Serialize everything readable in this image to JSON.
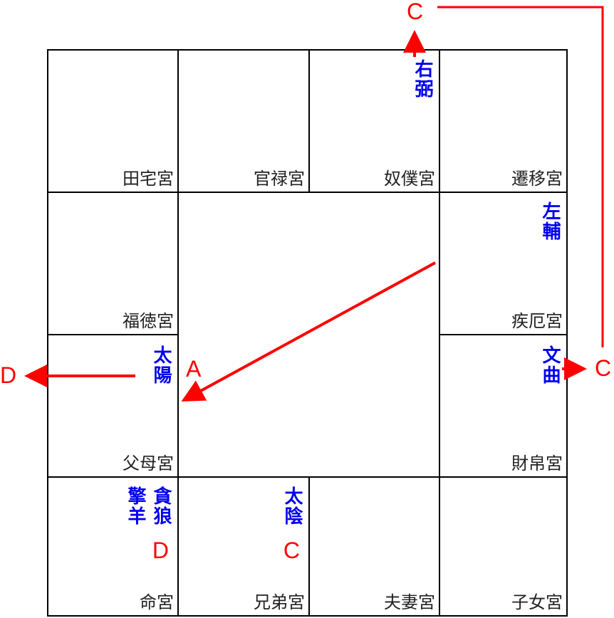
{
  "diagram": {
    "type": "ziwei-doushu-chart",
    "colors": {
      "grid": "#000000",
      "palace_text": "#222222",
      "star_text": "#0000ee",
      "arrow": "#ff0000"
    },
    "palaces": {
      "tiantaku": {
        "label": "田宅宮"
      },
      "kanroku": {
        "label": "官禄宮"
      },
      "doboku": {
        "label": "奴僕宮"
      },
      "seni": {
        "label": "遷移宮"
      },
      "fukutoku": {
        "label": "福徳宮"
      },
      "shitsuyaku": {
        "label": "疾厄宮"
      },
      "fubo": {
        "label": "父母宮"
      },
      "saihaku": {
        "label": "財帛宮"
      },
      "mei": {
        "label": "命宮"
      },
      "kyodai": {
        "label": "兄弟宮"
      },
      "fusai": {
        "label": "夫妻宮"
      },
      "shijo": {
        "label": "子女宮"
      }
    },
    "stars": {
      "youhi": "右弼",
      "saho": "左輔",
      "bunkyoku": "文曲",
      "taiyo": "太陽",
      "keiyo": "擎羊",
      "donro": "貪狼",
      "taiin": "太陰"
    },
    "markers": {
      "top_c": "C",
      "right_c": "C",
      "left_d": "D",
      "center_a": "A",
      "mei_d": "D",
      "kyodai_c": "C"
    }
  }
}
